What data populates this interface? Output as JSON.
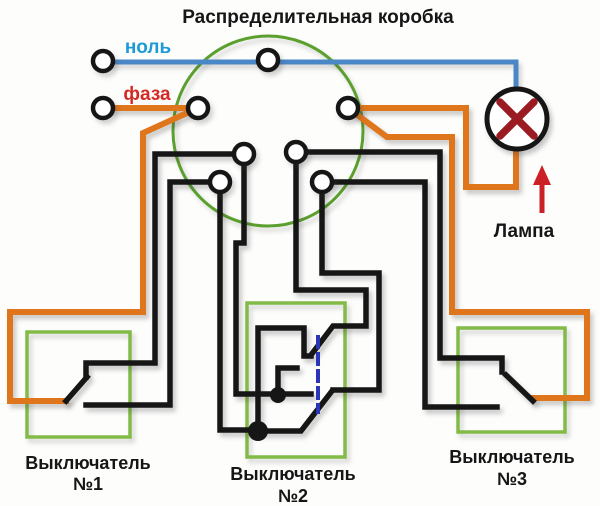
{
  "title": "Распределительная коробка",
  "legend": {
    "neutral": "ноль",
    "phase": "фаза"
  },
  "lamp": {
    "label": "Лампа"
  },
  "switches": [
    {
      "line1": "Выключатель",
      "line2": "№1"
    },
    {
      "line1": "Выключатель",
      "line2": "№2"
    },
    {
      "line1": "Выключатель",
      "line2": "№3"
    }
  ],
  "palette": {
    "neutral_wire": "#4a87c6",
    "neutral_text": "#1d9ad6",
    "phase_wire": "#e0761c",
    "phase_text": "#d32a24",
    "black_wire": "#161616",
    "green_box": "#82bb47",
    "green_circle": "#5ba02e",
    "lamp_x": "#9b1b22",
    "arrow_red": "#cc2027",
    "link_dash": "#2a35b8",
    "text_black": "#161616"
  }
}
